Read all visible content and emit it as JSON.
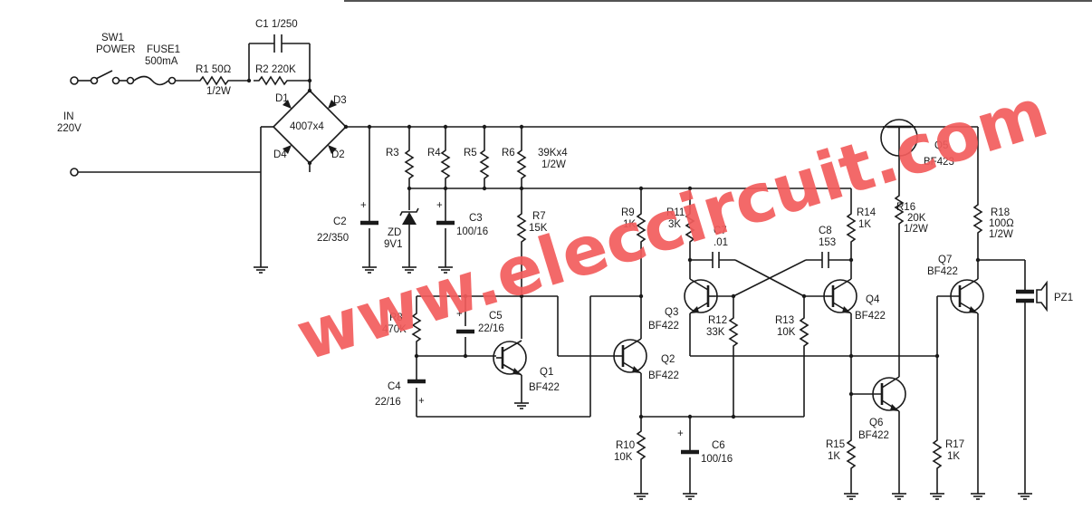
{
  "components": {
    "sw1": [
      "SW1",
      "POWER"
    ],
    "fuse1": [
      "FUSE1",
      "500mA"
    ],
    "r1": [
      "R1  50Ω",
      "1/2W"
    ],
    "r2": [
      "R2  220K"
    ],
    "c1": [
      "C1  1/250"
    ],
    "input": [
      "IN",
      "220V"
    ],
    "d1": [
      "D1"
    ],
    "d2": [
      "D2"
    ],
    "d3": [
      "D3"
    ],
    "d4": [
      "D4"
    ],
    "bridge": [
      "4007x4"
    ],
    "r3": [
      "R3"
    ],
    "r4": [
      "R4"
    ],
    "r5": [
      "R5"
    ],
    "r6": [
      "R6",
      "39Kx4",
      "1/2W"
    ],
    "c2": [
      "C2",
      "22/350"
    ],
    "zd": [
      "ZD",
      "9V1"
    ],
    "c3": [
      "C3",
      "100/16"
    ],
    "r7": [
      "R7",
      "15K"
    ],
    "r8": [
      "R8",
      "470K"
    ],
    "c5": [
      "C5",
      "22/16"
    ],
    "c4": [
      "C4",
      "22/16"
    ],
    "q1": [
      "Q1",
      "BF422"
    ],
    "q2": [
      "Q2",
      "BF422"
    ],
    "r9": [
      "R9",
      "1K"
    ],
    "r10": [
      "R10",
      "10K"
    ],
    "c6": [
      "C6",
      "100/16"
    ],
    "r11": [
      "R11",
      "3K"
    ],
    "c7": [
      "C7",
      ".01"
    ],
    "c8": [
      "C8",
      "153"
    ],
    "r14": [
      "R14",
      "1K"
    ],
    "q3": [
      "Q3",
      "BF422"
    ],
    "r12": [
      "R12",
      "33K"
    ],
    "r13": [
      "R13",
      "10K"
    ],
    "q4": [
      "Q4",
      "BF422"
    ],
    "q5": [
      "Q5",
      "BF423"
    ],
    "r16": [
      "R16",
      "20K",
      "1/2W"
    ],
    "q6": [
      "Q6",
      "BF422"
    ],
    "r15": [
      "R15",
      "1K"
    ],
    "r18": [
      "R18",
      "100Ω",
      "1/2W"
    ],
    "q7": [
      "Q7",
      "BF422"
    ],
    "r17": [
      "R17",
      "1K"
    ],
    "pz1": [
      "PZ1"
    ]
  },
  "watermark": "www.eleccircuit.com"
}
